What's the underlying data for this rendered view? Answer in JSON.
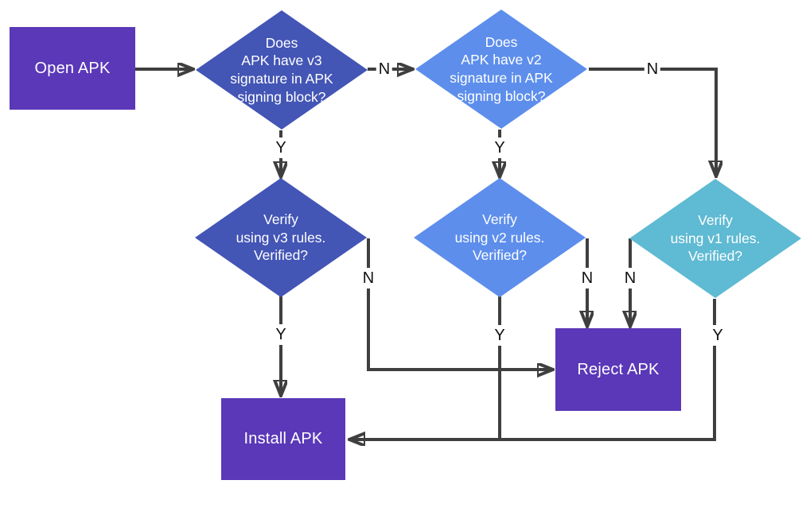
{
  "title": "APK signature verification flowchart",
  "colors": {
    "process_purple": "#5a38b8",
    "decision_indigo": "#4355b5",
    "decision_blue": "#5d8eec",
    "decision_teal": "#5fbad3",
    "connector_gray": "#3f3f3f",
    "node_text": "#ffffff",
    "edge_label_text": "#111111",
    "background": "#ffffff"
  },
  "nodes": {
    "open_apk": {
      "type": "process",
      "label": "Open APK"
    },
    "v3_question": {
      "type": "decision",
      "label": "Does\nAPK have v3\nsignature in APK\nsigning block?"
    },
    "v2_question": {
      "type": "decision",
      "label": "Does\nAPK have v2\nsignature in APK\nsigning block?"
    },
    "v3_verify": {
      "type": "decision",
      "label": "Verify\nusing v3 rules.\nVerified?"
    },
    "v2_verify": {
      "type": "decision",
      "label": "Verify\nusing v2 rules.\nVerified?"
    },
    "v1_verify": {
      "type": "decision",
      "label": "Verify\nusing v1 rules.\nVerified?"
    },
    "reject_apk": {
      "type": "process",
      "label": "Reject APK"
    },
    "install_apk": {
      "type": "process",
      "label": "Install APK"
    }
  },
  "edges": {
    "open_to_v3q": {
      "from": "open_apk",
      "to": "v3_question",
      "label": ""
    },
    "v3q_no": {
      "from": "v3_question",
      "to": "v2_question",
      "label": "N"
    },
    "v3q_yes": {
      "from": "v3_question",
      "to": "v3_verify",
      "label": "Y"
    },
    "v2q_no": {
      "from": "v2_question",
      "to": "v1_verify",
      "label": "N"
    },
    "v2q_yes": {
      "from": "v2_question",
      "to": "v2_verify",
      "label": "Y"
    },
    "v3v_yes": {
      "from": "v3_verify",
      "to": "install_apk",
      "label": "Y"
    },
    "v3v_no": {
      "from": "v3_verify",
      "to": "reject_apk",
      "label": "N"
    },
    "v2v_no": {
      "from": "v2_verify",
      "to": "reject_apk",
      "label": "N"
    },
    "v1v_no": {
      "from": "v1_verify",
      "to": "reject_apk",
      "label": "N"
    },
    "v2v_yes": {
      "from": "v2_verify",
      "to": "install_apk",
      "label": "Y"
    },
    "v1v_yes": {
      "from": "v1_verify",
      "to": "install_apk",
      "label": "Y"
    }
  }
}
